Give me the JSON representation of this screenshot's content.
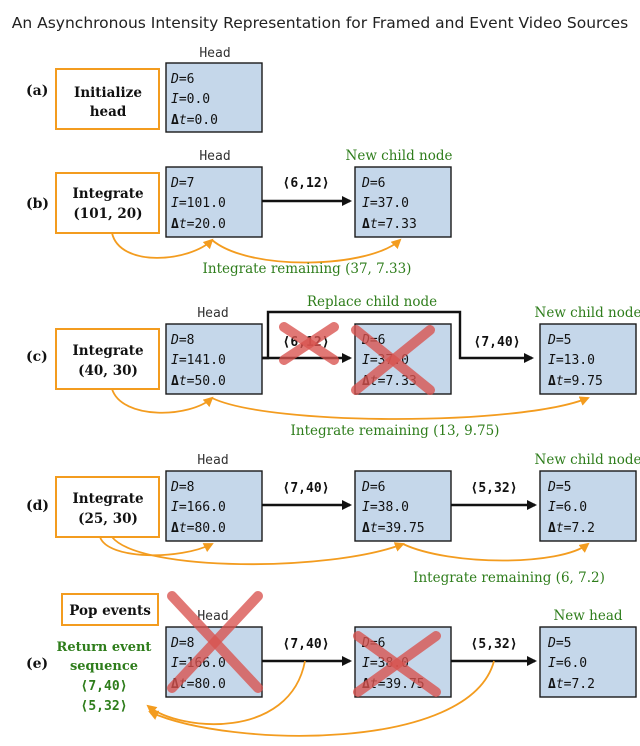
{
  "title": "An Asynchronous Intensity Representation for Framed and Event Video Sources",
  "rows": [
    {
      "label": "(a)",
      "action": [
        "Initialize",
        "head"
      ],
      "nodes": [
        {
          "header": "Head",
          "D": "6",
          "I": "0.0",
          "dt": "0.0"
        }
      ]
    },
    {
      "label": "(b)",
      "action": [
        "Integrate",
        "(101, 20)"
      ],
      "nodes": [
        {
          "header": "Head",
          "D": "7",
          "I": "101.0",
          "dt": "20.0"
        },
        {
          "header": "New child node",
          "D": "6",
          "I": "37.0",
          "dt": "7.33"
        }
      ],
      "events": [
        "⟨6,12⟩"
      ],
      "caption": "Integrate remaining (37, 7.33)"
    },
    {
      "label": "(c)",
      "action": [
        "Integrate",
        "(40, 30)"
      ],
      "nodes": [
        {
          "header": "Head",
          "D": "8",
          "I": "141.0",
          "dt": "50.0"
        },
        {
          "header": "",
          "D": "6",
          "I": "37.0",
          "dt": "7.33"
        },
        {
          "header": "New child node",
          "D": "5",
          "I": "13.0",
          "dt": "9.75"
        }
      ],
      "events": [
        "⟨6,12⟩",
        "⟨7,40⟩"
      ],
      "replace_label": "Replace child node",
      "caption": "Integrate remaining (13, 9.75)"
    },
    {
      "label": "(d)",
      "action": [
        "Integrate",
        "(25, 30)"
      ],
      "nodes": [
        {
          "header": "Head",
          "D": "8",
          "I": "166.0",
          "dt": "80.0"
        },
        {
          "header": "",
          "D": "6",
          "I": "38.0",
          "dt": "39.75"
        },
        {
          "header": "New child node",
          "D": "5",
          "I": "6.0",
          "dt": "7.2"
        }
      ],
      "events": [
        "⟨7,40⟩",
        "⟨5,32⟩"
      ],
      "caption": "Integrate remaining (6, 7.2)"
    },
    {
      "label": "(e)",
      "action": [
        "Pop events"
      ],
      "nodes": [
        {
          "header": "Head",
          "D": "8",
          "I": "166.0",
          "dt": "80.0"
        },
        {
          "header": "",
          "D": "6",
          "I": "38.0",
          "dt": "39.75"
        },
        {
          "header": "New head",
          "D": "5",
          "I": "6.0",
          "dt": "7.2"
        }
      ],
      "events": [
        "⟨7,40⟩",
        "⟨5,32⟩"
      ],
      "return_label": [
        "Return event",
        "sequence"
      ],
      "return_events": [
        "⟨7,40⟩",
        "⟨5,32⟩"
      ]
    }
  ],
  "colors": {
    "node_fill": "#c5d7ea",
    "action_border": "#f39c1f",
    "arrow_orange": "#f39c1f",
    "green_text": "#2e7d1b",
    "cross_red": "#d9534f"
  }
}
